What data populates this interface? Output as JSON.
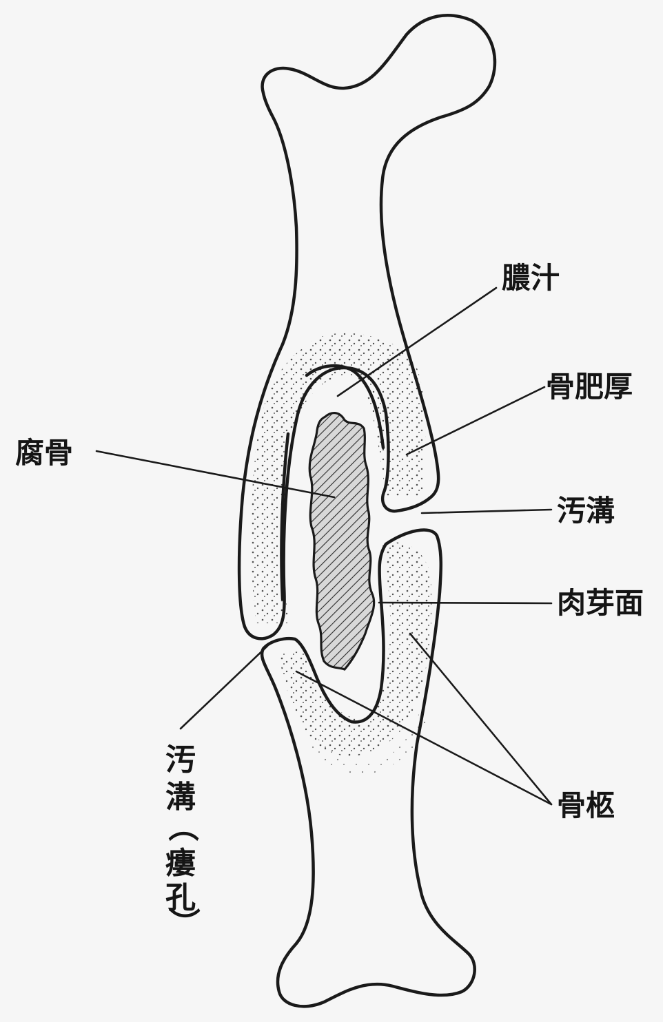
{
  "labels": {
    "pus": "膿汁",
    "bone_thickening": "骨肥厚",
    "sequestrum": "腐骨",
    "cloaca_right": "汚溝",
    "granulation_surface": "肉芽面",
    "involucrum": "骨柩",
    "cloaca_fistula_lines": [
      "汚",
      "溝",
      "（",
      "瘻",
      "孔",
      "）"
    ]
  },
  "colors": {
    "ink": "#1a1a1a",
    "paper": "#f6f6f6"
  }
}
